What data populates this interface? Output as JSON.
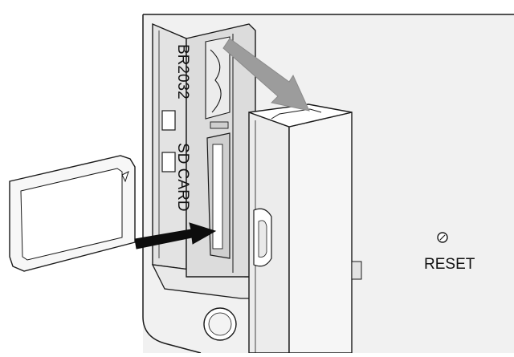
{
  "labels": {
    "battery": "BR2032",
    "sd_card": "SD CARD",
    "reset": "RESET"
  },
  "colors": {
    "outline": "#1a1a1a",
    "device_fill": "#f1f1f1",
    "panel_fill": "#e6e6e6",
    "cover_fill": "#f5f5f5",
    "card_fill": "#f7f7f7",
    "arrow_dark": "#0d0d0d",
    "arrow_gray": "#9c9c9c"
  }
}
